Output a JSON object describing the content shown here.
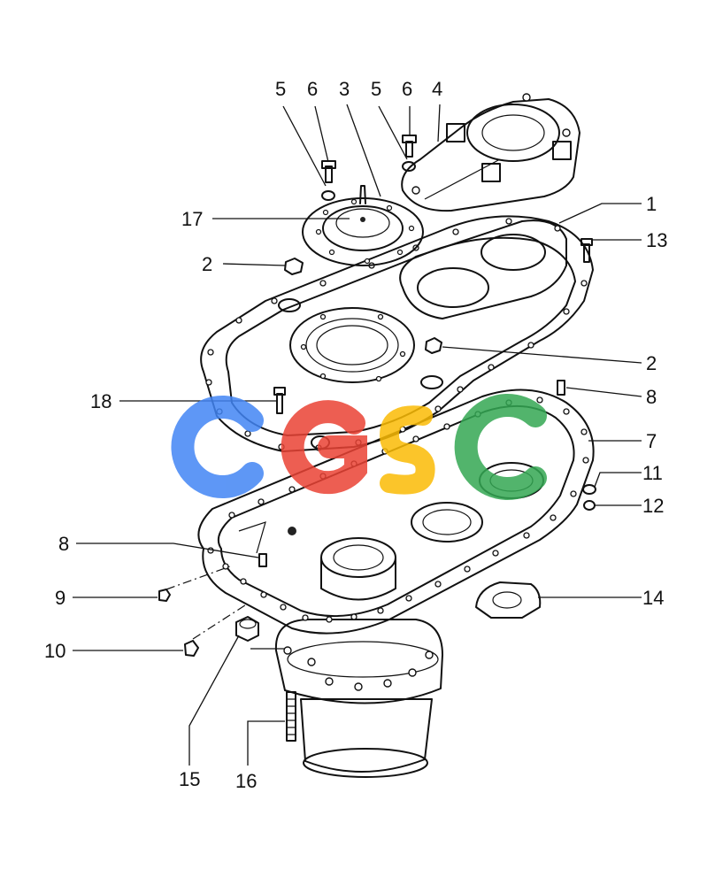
{
  "diagram": {
    "callouts": [
      {
        "label": "5"
      },
      {
        "label": "6"
      },
      {
        "label": "3"
      },
      {
        "label": "5"
      },
      {
        "label": "6"
      },
      {
        "label": "4"
      },
      {
        "label": "1"
      },
      {
        "label": "17"
      },
      {
        "label": "13"
      },
      {
        "label": "2"
      },
      {
        "label": "2"
      },
      {
        "label": "18"
      },
      {
        "label": "8"
      },
      {
        "label": "7"
      },
      {
        "label": "11"
      },
      {
        "label": "12"
      },
      {
        "label": "8"
      },
      {
        "label": "9"
      },
      {
        "label": "14"
      },
      {
        "label": "10"
      },
      {
        "label": "15"
      },
      {
        "label": "16"
      }
    ]
  },
  "watermark": {
    "text": "CGSC",
    "colors": [
      "#4285F4",
      "#EA4335",
      "#FBBC05",
      "#34A853"
    ]
  }
}
